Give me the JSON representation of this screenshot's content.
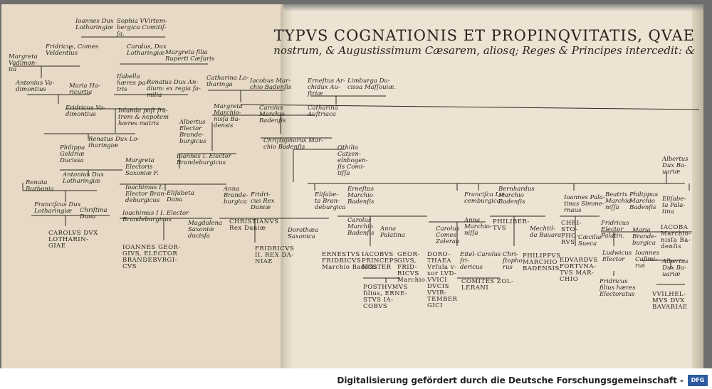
{
  "document": {
    "title_line1": "TYPVS COGNATIONIS ET PROPINQVITATIS, QVAE",
    "title_line2": "nostrum, & Augustissimum Cæsarem, aliosq; Reges & Principes intercedit: &"
  },
  "tree": {
    "n01": "Ioannes Dux\nLotharingiæ",
    "n02": "Sophia VVirtem-\nbergica Comitiſ-\nſa.",
    "n03": "Fridricus, Comes\nVeldentius",
    "n04": "Carolus, Dux\nLotharingiæ",
    "n05": "Margreta filia\nRuperti Cæſaris",
    "n06": "Margreta\nVadimon-\ntia",
    "n07": "Antonius Va-\ndimontius",
    "n08": "Maria Ha-\nricurtia",
    "n09": "Iſabella\nhæres pa-\ntris",
    "n10": "Renatus Dux An-\ndium: ex regia fa-\nmilia",
    "n11": "Catharina Lo-\ntharinga",
    "n12": "Iacobus Mar-\nchio Badenſis",
    "n13": "Erneſtus Ar-\nchidux Au-\nſtriæ",
    "n14": "Limburga Du-\ncissa Maſſouiæ.",
    "n15": "Fridricus Va-\ndimontius",
    "n16": "Iolanda poſt fra-\ntrem & nepotem\nhæres matris",
    "n17": "Margreta\nMarchio-\nnisſa Ba-\ndensis",
    "n18": "Carolus\nMarchio\nBadenſis",
    "n19": "Catharina\nAuſtriaca",
    "n20": "Albertus\nElector\nBrande-\nburgicus",
    "n21": "Chriſtophorus Mar-\nchio Badenſis",
    "n22": "Renatus Dux Lo-\ntharingiæ",
    "n23": "Philippa\nGeldriæ\nDucissa",
    "n24": "Ioannes I. Elector\nBrandeburgicus",
    "n25": "Othilia\nCatzen-\nelnbogen-\nſis Comi-\ntiſſa",
    "n26": "Margreta\nElectoris\nSaxoniæ F.",
    "n27": "Albertus\nDux Ba-\nuariæ",
    "n28": "Antonius Dux\nLotharingiæ",
    "n29": "Renata\nBurbonia",
    "n30": "Ioachimus I.\nElector Bran-\ndeburgicus",
    "n31": "Eliſabeta\nDana",
    "n32": "Anna\nBrande-\nburgica",
    "n33": "Fridri-\ncus Rex\nDaniæ",
    "n34": "Eliſabe-\nta Bran-\ndeburgica",
    "n35": "Erneſtus\nMarchio\nBadenſis",
    "n36": "Franciſca Lu-\ncemburgica",
    "n37": "Bernhardus\nMarchio\nBadenſis",
    "n38": "Ioannes Pala-\ntinus Simme-\nrnaus",
    "n39": "Beatrix\nMarchio-\nniſſa",
    "n40": "Philippus\nMarchio\nBadenſis",
    "n41": "Eliſabe-\nta Pala-\ntina",
    "n42": "Franciſcus Dux\nLotharingiæ",
    "n43": "Chriſtina\nDana",
    "n44": "Ioachimus I I. Elector\nBrandeburgicus",
    "n45": "Magdalena\nSaxoniæ\nducisſa",
    "n46": "CHRISTIANVS\nRex Daniæ",
    "n47": "Dorothæa\nSaxonica",
    "n48": "Carolus\nMarchio\nBadenſis",
    "n49": "Anna\nPalatina",
    "n50": "Carolus\nComes\nZoleran",
    "n51": "Anna\nMarchio-\nniſſa",
    "n52": "PHILIBER-\nTVS",
    "n53": "Mechtil-\nda Bauara",
    "n54": "CHRI-\nSTO-\nPHO-\nRVS",
    "n55": "Cæcilia\nSueca",
    "n56": "Fridricus\nElector\nPalatin.",
    "n57": "Maria\nBrande-\nburgica",
    "n58": "IACOBA\nMarchio-\nnisſa Ba-\ndenſis",
    "n59": "CAROLVS DVX\nLOTHARIN-\nGIAE",
    "n60": "IOANNES GEOR-\nGIVS, ELECTOR\nBRANDEBVRGI-\nCVS",
    "n61": "FRIDRICVS\nII. REX DA-\nNIAE",
    "n62": "ERNESTVS\nFRIDRICVS\nMarchio Badẽſis",
    "n63": "IACOBVS\nPRINCEPS\nNOSTER",
    "n64": "GEOR-\nGIVS,\nFRID-\nRICVS\nMarchio.",
    "n65": "DORO-\nTHAEA\nVrſula v-\nxor LVD-\nVVICI\nDVCIS\nVVIR-\nTEMBER\nGICI",
    "n66": "Eitel-\nfri-\ndericus",
    "n67": "Carolus",
    "n68": "Chri-\nſtopho\nrus",
    "n69": "PHILIPPVS\nMARCHIO\nBADENSIS",
    "n70": "EDVARDVS\nFORTVNA-\nTVS MAR-\nCHIO",
    "n71": "Ludwicus\nElector",
    "n72": "Ioannes\nCaſimi-\nrus",
    "n73": "Albertus\nDux Ba-\nuariæ",
    "n74": "POSTHVMVS\nfilius, ERNE-\nSTVS IA-\nCOBVS",
    "n75": "COMITES ZOL-\nLERANI",
    "n76": "Fridricus\nfilius hæres\nElectoratus",
    "n77": "VVILHEL-\nMVS DVX\nBAVARIAE"
  },
  "footer": {
    "credit": "Digitalisierung gefördert durch die Deutsche Forschungsgemeinschaft -",
    "logo_text": "DFG"
  }
}
